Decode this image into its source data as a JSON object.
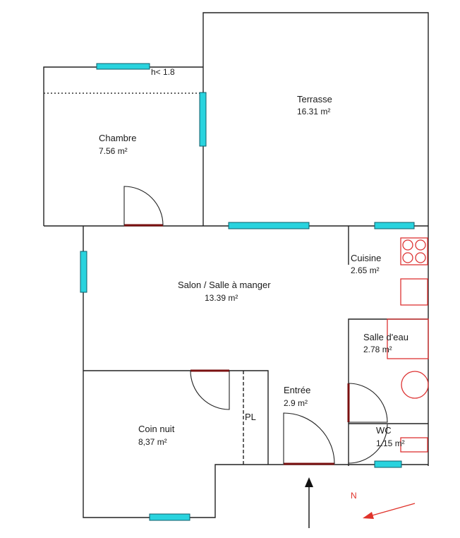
{
  "rooms": {
    "terrasse": {
      "name": "Terrasse",
      "area": "16.31  m²"
    },
    "chambre": {
      "name": "Chambre",
      "area": "7.56  m²"
    },
    "salon": {
      "name": "Salon / Salle à manger",
      "area": "13.39  m²"
    },
    "cuisine": {
      "name": "Cuisine",
      "area": "2.65  m²"
    },
    "salle_deau": {
      "name": "Salle d'eau",
      "area": "2.78  m²"
    },
    "entree": {
      "name": "Entrée",
      "area": "2.9  m²"
    },
    "coin_nuit": {
      "name": "Coin nuit",
      "area": "8,37  m²"
    },
    "wc": {
      "name": "WC",
      "area": "1.15  m²"
    }
  },
  "labels": {
    "height_note": "h< 1.8",
    "placard": "PL",
    "north": "N"
  },
  "colors": {
    "window_fill": "#29d3de",
    "door_leaf": "#7a1010",
    "fixture": "#d33333",
    "north_arrow": "#e0332b"
  }
}
